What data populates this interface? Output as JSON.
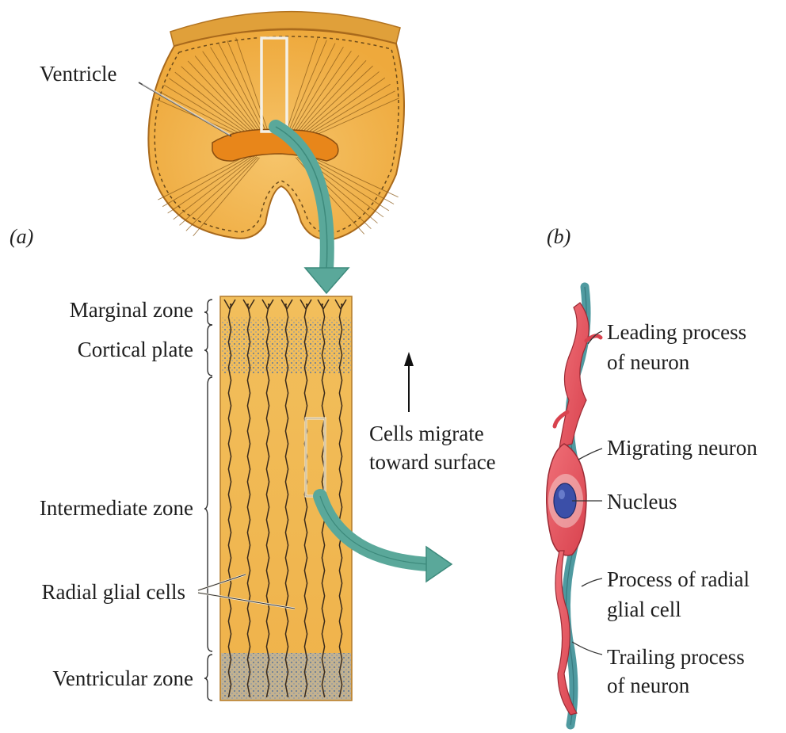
{
  "panels": {
    "a": "(a)",
    "b": "(b)"
  },
  "labels": {
    "ventricle": "Ventricle",
    "marginal_zone": "Marginal zone",
    "cortical_plate": "Cortical plate",
    "intermediate_zone": "Intermediate zone",
    "radial_glial_cells": "Radial glial cells",
    "ventricular_zone": "Ventricular zone",
    "cells_migrate_line1": "Cells migrate",
    "cells_migrate_line2": "toward surface",
    "leading_process_line1": "Leading process",
    "leading_process_line2": "of neuron",
    "migrating_neuron": "Migrating neuron",
    "nucleus": "Nucleus",
    "radial_process_line1": "Process of radial",
    "radial_process_line2": "glial cell",
    "trailing_process_line1": "Trailing process",
    "trailing_process_line2": "of neuron"
  },
  "colors": {
    "tissue": "#f0b14a",
    "tissue_dark": "#d9922a",
    "ventricle": "#e88a1a",
    "arrow": "#5aa89a",
    "glia": "#4f9aa0",
    "neuron": "#e0505a",
    "nucleus": "#3b4fa8",
    "stipple": "#6d7f96"
  }
}
